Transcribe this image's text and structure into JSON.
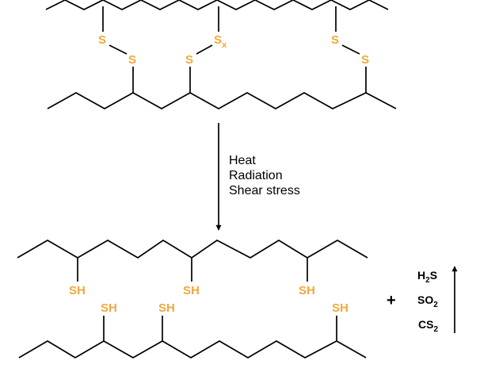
{
  "conditions": {
    "line1": "Heat",
    "line2": "Radiation",
    "line3": "Shear stress"
  },
  "atoms": {
    "s": "S",
    "x": "x",
    "sh": "SH"
  },
  "plus": "+",
  "gases": {
    "h2s_a": "H",
    "h2s_sub": "2",
    "h2s_b": "S",
    "so2_a": "SO",
    "so2_sub": "2",
    "cs2_a": "CS",
    "cs2_sub": "2"
  },
  "colors": {
    "sulfur": "#f2a83a",
    "bond": "#000000"
  }
}
